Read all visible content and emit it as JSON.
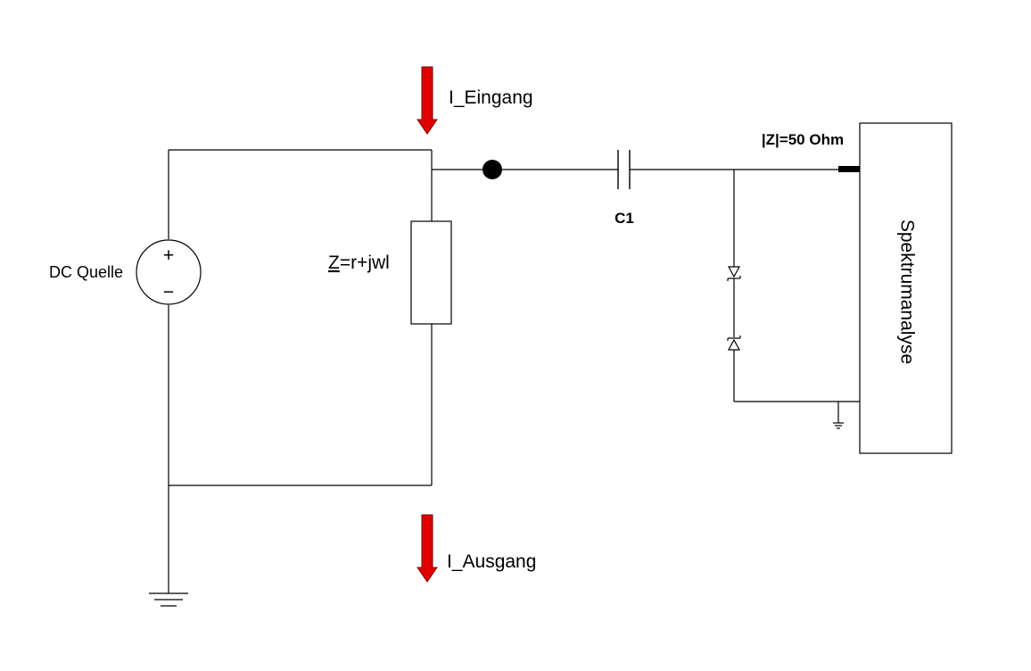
{
  "labels": {
    "current_in": "I_Eingang",
    "current_out": "I_Ausgang",
    "dc_source": "DC Quelle",
    "impedance_underlined": "Z",
    "impedance_rest": "=r+jwl",
    "capacitor": "C1",
    "input_impedance": "|Z|=50 Ohm",
    "analyzer": "Spektrumanalyse",
    "source_plus": "+",
    "source_minus": "−"
  },
  "colors": {
    "arrow": "#e00000",
    "arrow_outline": "#7a0000",
    "line": "#000000"
  }
}
